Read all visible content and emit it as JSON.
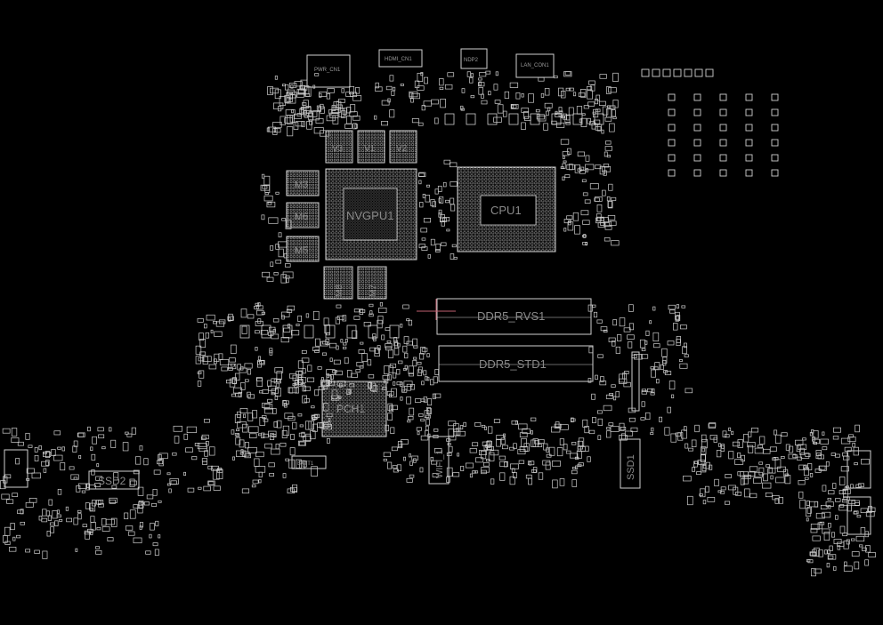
{
  "title": "",
  "colors": {
    "background": "#000000",
    "outline": "#cfcfcf",
    "label": "#8a8a8a",
    "accent": "#c06070"
  },
  "labels": {
    "cpu": "CPU1",
    "gpu": "NVGPU1",
    "pch": "PCH1",
    "ddr_rvs": "DDR5_RVS1",
    "ddr_std": "DDR5_STD1",
    "ssd1": "SSD1",
    "ssd2": "SSD2",
    "wifi": "WIFI_1",
    "batt": "BATT1",
    "pwr": "PWR_CN1",
    "hdmi": "HDMI_CN1",
    "ndp": "NDP2",
    "lan": "LAN_CON1",
    "m3": "M3",
    "m6": "M6",
    "m5": "M5",
    "m8": "M8",
    "m7": "M7",
    "v1": "V1",
    "v2": "V2",
    "v3": "V3"
  }
}
